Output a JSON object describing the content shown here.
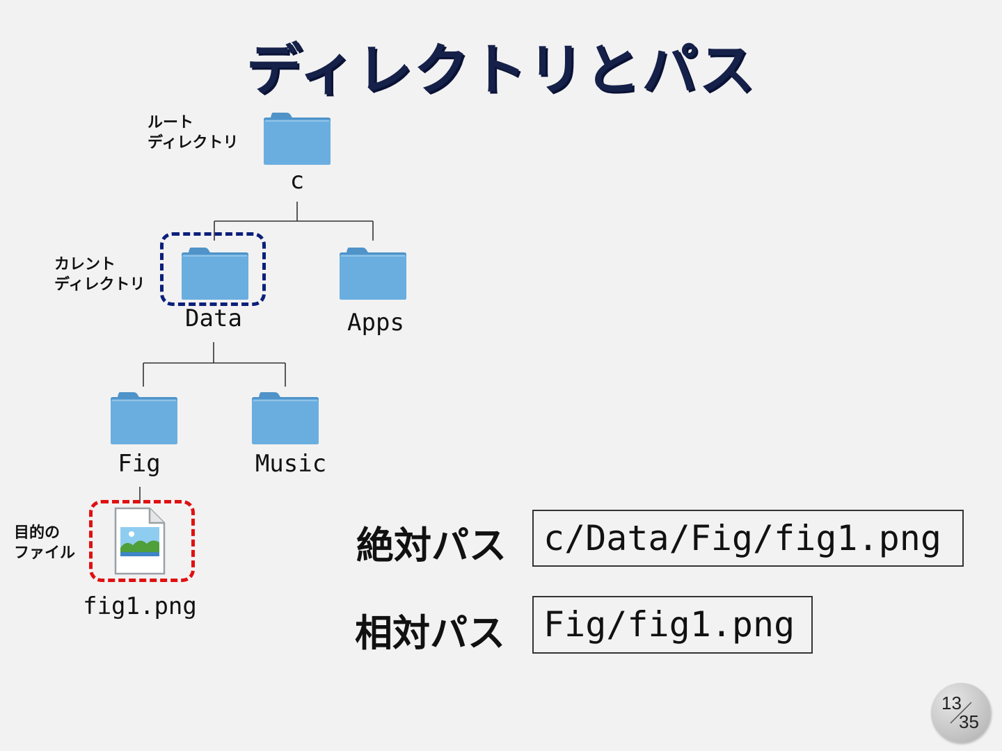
{
  "title": "ディレクトリとパス",
  "annotations": {
    "root": [
      "ルート",
      "ディレクトリ"
    ],
    "current": [
      "カレント",
      "ディレクトリ"
    ],
    "target": [
      "目的の",
      "ファイル"
    ]
  },
  "tree": {
    "root": "c",
    "current": "Data",
    "sibling": "Apps",
    "child_1": "Fig",
    "child_2": "Music",
    "file": "fig1.png"
  },
  "paths": {
    "absolute_label": "絶対パス",
    "absolute_value": "c/Data/Fig/fig1.png",
    "relative_label": "相対パス",
    "relative_value": "Fig/fig1.png"
  },
  "page": {
    "current": "13",
    "total": "35"
  },
  "colors": {
    "folder": "#6aaee0",
    "current_highlight": "#0b1f7a",
    "target_highlight": "#e01010",
    "title": "#16214a"
  }
}
